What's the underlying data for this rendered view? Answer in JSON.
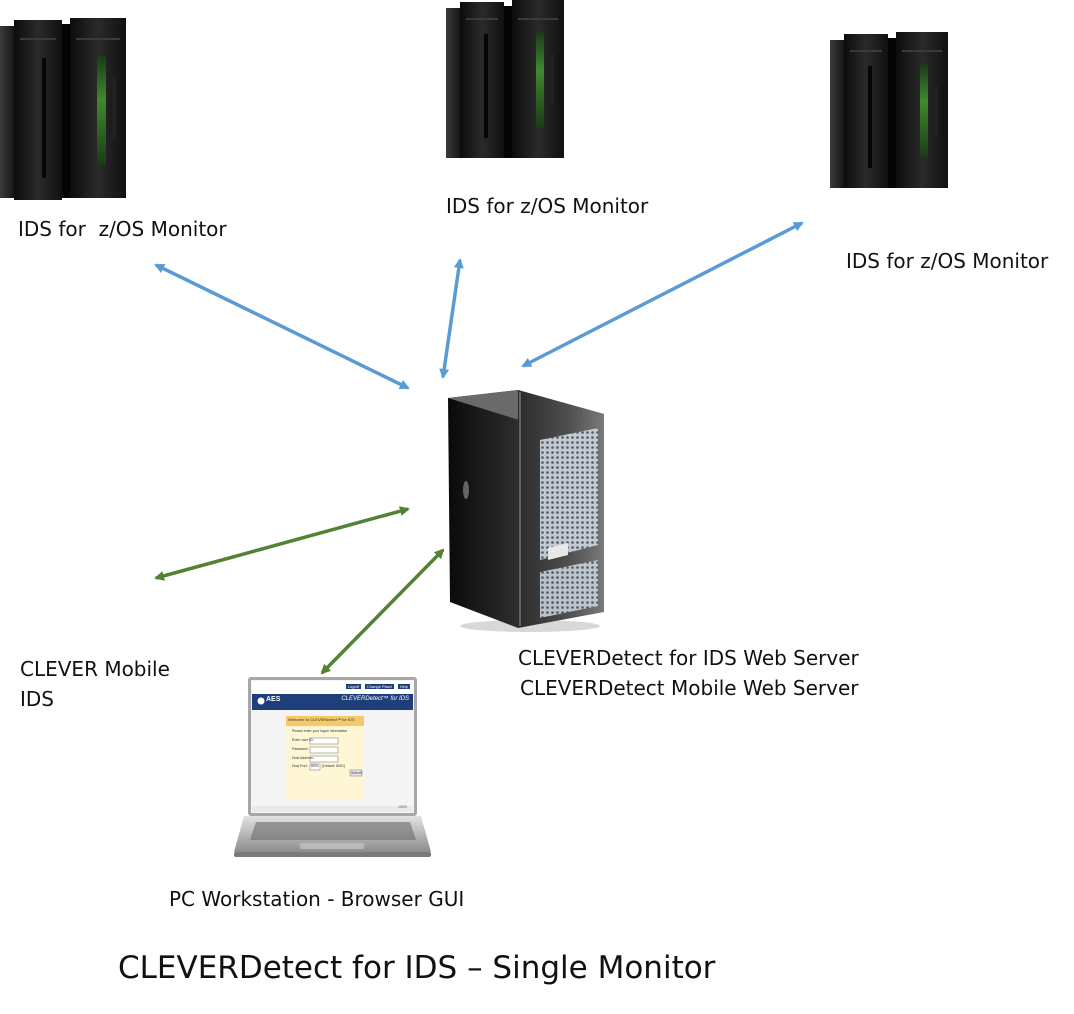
{
  "nodes": {
    "mainframe_left": {
      "label": "IDS for  z/OS Monitor"
    },
    "mainframe_center": {
      "label": "IDS for z/OS Monitor"
    },
    "mainframe_right": {
      "label": "IDS for z/OS Monitor"
    },
    "web_server": {
      "label_line1": "CLEVERDetect for IDS Web Server",
      "label_line2": "CLEVERDetect Mobile Web Server"
    },
    "mobile": {
      "label_line1": "CLEVER Mobile",
      "label_line2": "IDS"
    },
    "workstation": {
      "label": "PC Workstation - Browser GUI",
      "screen": {
        "logo": "AES",
        "top_links": [
          "Logoff",
          "Change Pswd",
          "Help"
        ],
        "banner_title": "CLEVERDetect™ for IDS",
        "welcome": "Welcome to CLEVERdetect™ for IDS",
        "prompt": "Please enter your logon information",
        "fields": [
          "Enter user ID:",
          "Password:",
          "Host Address:",
          "Host Port:"
        ],
        "port_value": "8001",
        "port_hint": "(Default: 8001)",
        "submit_label": "Submit",
        "zoom": "100%"
      }
    }
  },
  "colors": {
    "mainframe_link": "#5b9bd5",
    "mobile_link": "#548235"
  },
  "diagram_title": "CLEVERDetect for IDS – Single Monitor"
}
